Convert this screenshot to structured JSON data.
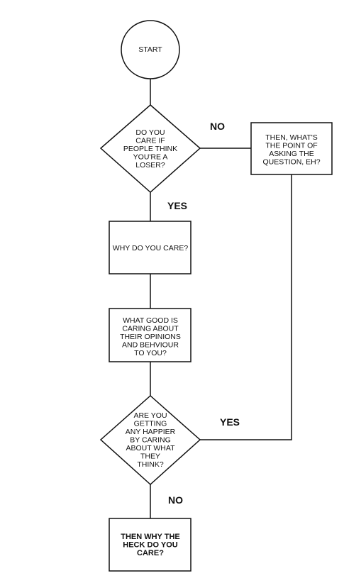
{
  "nodes": {
    "start": {
      "lines": [
        "START"
      ]
    },
    "q_care_loser": {
      "lines": [
        "DO YOU",
        "CARE IF",
        "PEOPLE THINK",
        "YOU'RE A",
        "LOSER?"
      ]
    },
    "then_whats_point": {
      "lines": [
        "THEN, WHAT'S",
        "THE POINT OF",
        "ASKING THE",
        "QUESTION, EH?"
      ]
    },
    "why_care": {
      "lines": [
        "WHY DO YOU CARE?"
      ]
    },
    "what_good": {
      "lines": [
        "WHAT GOOD IS",
        "CARING ABOUT",
        "THEIR OPINIONS",
        "AND BEHVIOUR",
        "TO YOU?"
      ]
    },
    "q_happier": {
      "lines": [
        "ARE YOU",
        "GETTING",
        "ANY HAPPIER",
        "BY CARING",
        "ABOUT WHAT",
        "THEY",
        "THINK?"
      ]
    },
    "why_heck": {
      "lines": [
        "THEN WHY THE",
        "HECK DO YOU",
        "CARE?"
      ]
    }
  },
  "edge_labels": {
    "no_top": "NO",
    "yes_top": "YES",
    "yes_bottom": "YES",
    "no_bottom": "NO"
  }
}
